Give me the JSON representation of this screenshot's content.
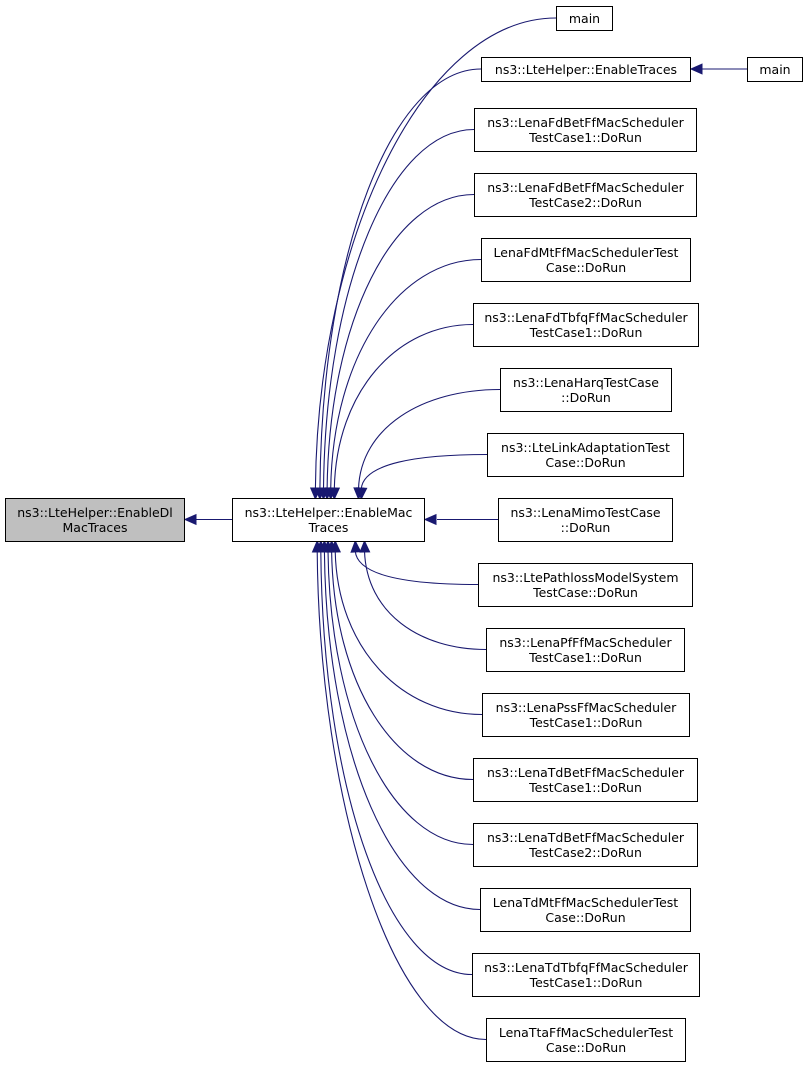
{
  "colors": {
    "edge": "#191970",
    "node_fill": "#ffffff",
    "focus_fill": "#bfbfbf",
    "node_border": "#000000"
  },
  "graph": {
    "focus": {
      "lines": [
        "ns3::LteHelper::EnableDl",
        "MacTraces"
      ]
    },
    "center": {
      "lines": [
        "ns3::LteHelper::EnableMac",
        "Traces"
      ]
    },
    "callers": [
      {
        "lines": [
          "main"
        ]
      },
      {
        "lines": [
          "ns3::LteHelper::EnableTraces"
        ]
      },
      {
        "lines": [
          "ns3::LenaFdBetFfMacScheduler",
          "TestCase1::DoRun"
        ]
      },
      {
        "lines": [
          "ns3::LenaFdBetFfMacScheduler",
          "TestCase2::DoRun"
        ]
      },
      {
        "lines": [
          "LenaFdMtFfMacSchedulerTest",
          "Case::DoRun"
        ]
      },
      {
        "lines": [
          "ns3::LenaFdTbfqFfMacScheduler",
          "TestCase1::DoRun"
        ]
      },
      {
        "lines": [
          "ns3::LenaHarqTestCase",
          "::DoRun"
        ]
      },
      {
        "lines": [
          "ns3::LteLinkAdaptationTest",
          "Case::DoRun"
        ]
      },
      {
        "lines": [
          "ns3::LenaMimoTestCase",
          "::DoRun"
        ]
      },
      {
        "lines": [
          "ns3::LtePathlossModelSystem",
          "TestCase::DoRun"
        ]
      },
      {
        "lines": [
          "ns3::LenaPfFfMacScheduler",
          "TestCase1::DoRun"
        ]
      },
      {
        "lines": [
          "ns3::LenaPssFfMacScheduler",
          "TestCase1::DoRun"
        ]
      },
      {
        "lines": [
          "ns3::LenaTdBetFfMacScheduler",
          "TestCase1::DoRun"
        ]
      },
      {
        "lines": [
          "ns3::LenaTdBetFfMacScheduler",
          "TestCase2::DoRun"
        ]
      },
      {
        "lines": [
          "LenaTdMtFfMacSchedulerTest",
          "Case::DoRun"
        ]
      },
      {
        "lines": [
          "ns3::LenaTdTbfqFfMacScheduler",
          "TestCase1::DoRun"
        ]
      },
      {
        "lines": [
          "LenaTtaFfMacSchedulerTest",
          "Case::DoRun"
        ]
      }
    ],
    "secondary": {
      "lines": [
        "main"
      ]
    }
  }
}
